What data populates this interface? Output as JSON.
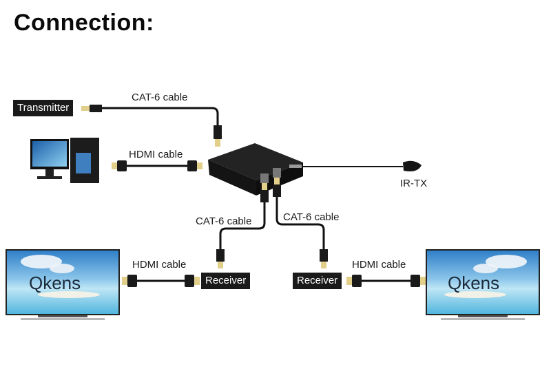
{
  "title": "Connection:",
  "nodes": {
    "transmitter": "Transmitter",
    "receiver_left": "Receiver",
    "receiver_right": "Receiver",
    "ir_tx": "IR-TX"
  },
  "cables": {
    "cat6_top": "CAT-6 cable",
    "hdmi_top": "HDMI cable",
    "cat6_left": "CAT-6 cable",
    "cat6_right": "CAT-6 cable",
    "hdmi_left": "HDMI cable",
    "hdmi_right": "HDMI cable"
  },
  "tv": {
    "left_brand": "Qkens",
    "right_brand": "Qkens"
  },
  "colors": {
    "cable": "#111111",
    "connector_gold": "#d9c27a",
    "tag_bg": "#1a1a1a",
    "sky": "#3f8fd0",
    "sea": "#6cc4e6"
  }
}
